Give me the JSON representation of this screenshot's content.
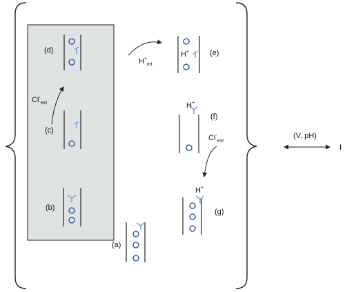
{
  "labels": {
    "a": "(a)",
    "b": "(b)",
    "c": "(c)",
    "d": "(d)",
    "e": "(e)",
    "f": "(f)",
    "g": "(g)"
  },
  "ions": {
    "h_base": "H",
    "h_sup": "+",
    "h_int_sub": "int",
    "cl_base": "Cl",
    "cl_sup": "-",
    "cl_ext_sub": "ext"
  },
  "right_condition": "(V, pH)",
  "right_letter": "I",
  "colors": {
    "panel_fill": "#dfe3e3",
    "ring": "#3f63a8",
    "gate": "#7aa4d6",
    "line": "#222222"
  }
}
